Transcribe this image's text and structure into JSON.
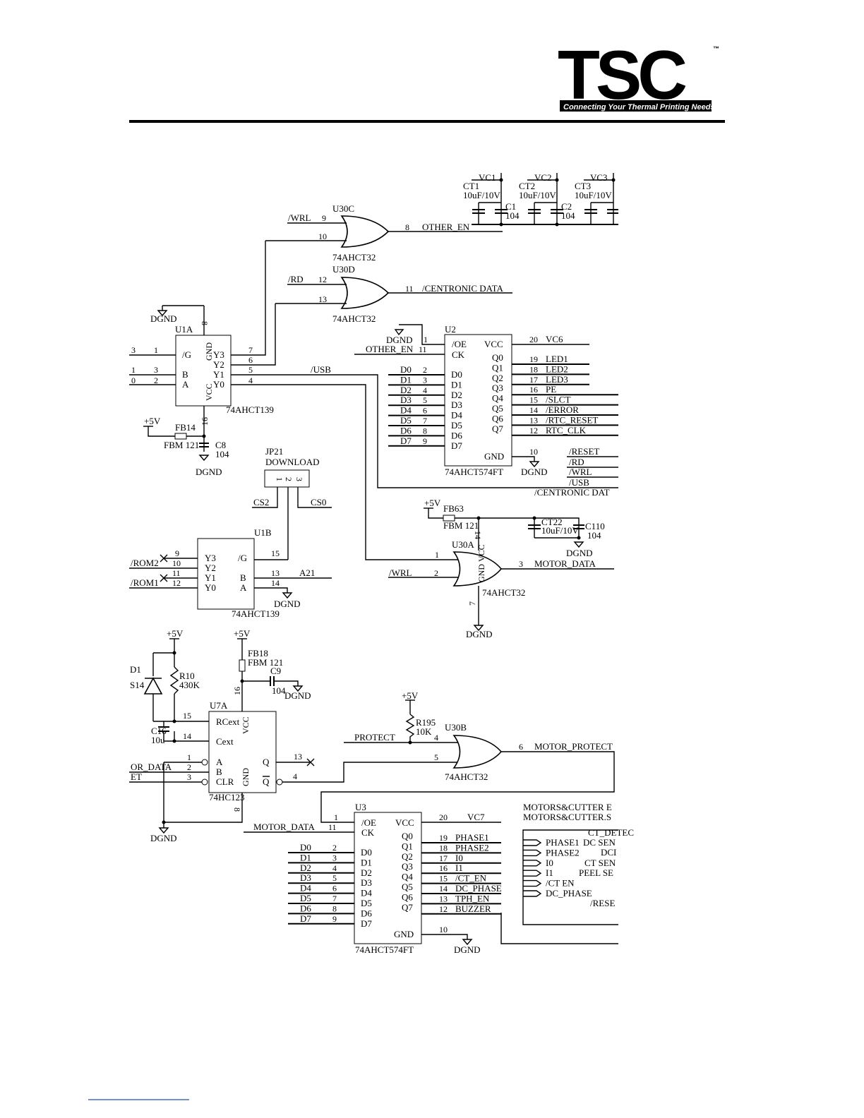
{
  "logo": {
    "text": "TSC",
    "tm": "™",
    "tagline": "Connecting Your Thermal Printing Needs.™"
  },
  "gates": {
    "u30c": {
      "ref": "U30C",
      "part": "74AHCT32",
      "in1_net": "/WRL",
      "in1_pin": "9",
      "in2_pin": "10",
      "out_pin": "8",
      "out_net": "OTHER_EN"
    },
    "u30d": {
      "ref": "U30D",
      "part": "74AHCT32",
      "in1_net": "/RD",
      "in1_pin": "12",
      "in2_pin": "13",
      "out_pin": "11",
      "out_net": "/CENTRONIC DATA"
    },
    "u30a": {
      "ref": "U30A",
      "part": "74AHCT32",
      "in1_pin": "1",
      "in2_net": "/WRL",
      "in2_pin": "2",
      "out_pin": "3",
      "out_net": "MOTOR_DATA",
      "vcc_pin": "14",
      "gnd_pin": "7",
      "gnd_label": "DGND",
      "vcc_text": "VCC",
      "gnd_text": "GND"
    },
    "u30b": {
      "ref": "U30B",
      "part": "74AHCT32",
      "in1_net": "PROTECT",
      "in1_pin": "4",
      "in2_pin": "5",
      "out_pin": "6",
      "out_net": "MOTOR_PROTECT"
    }
  },
  "caps_top": [
    {
      "vc": "VC1",
      "ct": "CT1",
      "ct_val": "10uF/10V",
      "c": "C1",
      "c_val": "104"
    },
    {
      "vc": "VC2",
      "ct": "CT2",
      "ct_val": "10uF/10V",
      "c": "C2",
      "c_val": "104"
    },
    {
      "vc": "VC3",
      "ct": "CT3",
      "ct_val": "10uF/10V"
    }
  ],
  "u1a": {
    "ref": "U1A",
    "part": "74AHCT139",
    "dgnd": "DGND",
    "gnd_pin": "8",
    "gnd_text": "GND",
    "vcc_text": "VCC",
    "vcc_pin": "16",
    "g_label": "/G",
    "b_label": "B",
    "a_label": "A",
    "g_pin": "1",
    "b_pin": "3",
    "a_pin": "2",
    "g_net": "3",
    "b_net": "1",
    "a_net": "0",
    "outputs": [
      {
        "label": "Y3",
        "pin": "7"
      },
      {
        "label": "Y2",
        "pin": "6"
      },
      {
        "label": "Y1",
        "pin": "5",
        "net": "/USB"
      },
      {
        "label": "Y0",
        "pin": "4"
      }
    ],
    "fb": "FB14",
    "fb_val": "FBM 121",
    "vsrc": "+5V",
    "cap": "C8",
    "cap_val": "104",
    "cap_gnd": "DGND"
  },
  "u2": {
    "ref": "U2",
    "part": "74AHCT574FT",
    "oe": "/OE",
    "ck": "CK",
    "vcc": "VCC",
    "gnd": "GND",
    "oe_pin": "1",
    "ck_pin": "11",
    "ck_net": "OTHER_EN",
    "oe_gnd": "DGND",
    "vcc_pin": "20",
    "vcc_net": "VC6",
    "gnd_pin": "10",
    "gnd_net": "DGND",
    "inputs": [
      {
        "net": "D0",
        "pin": "2",
        "label": "D0"
      },
      {
        "net": "D1",
        "pin": "3",
        "label": "D1"
      },
      {
        "net": "D2",
        "pin": "4",
        "label": "D2"
      },
      {
        "net": "D3",
        "pin": "5",
        "label": "D3"
      },
      {
        "net": "D4",
        "pin": "6",
        "label": "D4"
      },
      {
        "net": "D5",
        "pin": "7",
        "label": "D5"
      },
      {
        "net": "D6",
        "pin": "8",
        "label": "D6"
      },
      {
        "net": "D7",
        "pin": "9",
        "label": "D7"
      }
    ],
    "outputs": [
      {
        "label": "Q0",
        "pin": "19",
        "net": "LED1"
      },
      {
        "label": "Q1",
        "pin": "18",
        "net": "LED2"
      },
      {
        "label": "Q2",
        "pin": "17",
        "net": "LED3"
      },
      {
        "label": "Q3",
        "pin": "16",
        "net": "PE"
      },
      {
        "label": "Q4",
        "pin": "15",
        "net": "/SLCT"
      },
      {
        "label": "Q5",
        "pin": "14",
        "net": "/ERROR"
      },
      {
        "label": "Q6",
        "pin": "13",
        "net": "/RTC_RESET"
      },
      {
        "label": "Q7",
        "pin": "12",
        "net": "RTC_CLK"
      }
    ]
  },
  "right_nets": [
    "/RESET",
    "/RD",
    "/WRL",
    "/USB",
    "/CENTRONIC DAT"
  ],
  "jp21": {
    "ref": "JP21",
    "name": "DOWNLOAD",
    "pins": [
      "1",
      "2",
      "3"
    ],
    "cs2": "CS2",
    "cs0": "CS0"
  },
  "u1b": {
    "ref": "U1B",
    "part": "74AHCT139",
    "y": [
      {
        "label": "Y3",
        "pin": "9"
      },
      {
        "label": "Y2",
        "pin": "10",
        "net": "/ROM2"
      },
      {
        "label": "Y1",
        "pin": "11"
      },
      {
        "label": "Y0",
        "pin": "12",
        "net": "/ROM1"
      }
    ],
    "g_label": "/G",
    "g_pin": "15",
    "b_label": "B",
    "b_pin": "13",
    "b_net": "A21",
    "a_label": "A",
    "a_pin": "14",
    "gnd": "DGND"
  },
  "fb63": {
    "vsrc": "+5V",
    "ref": "FB63",
    "val": "FBM 121",
    "ct": "CT22",
    "ct_val": "10uF/10V",
    "c": "C110",
    "c_val": "104",
    "gnd": "DGND"
  },
  "u7a": {
    "ref": "U7A",
    "part": "74HC123",
    "rcext": "RCext",
    "cext": "Cext",
    "a": "A",
    "b": "B",
    "clr": "CLR",
    "q": "Q",
    "qb": "Q",
    "vcc": "VCC",
    "gnd": "GND",
    "rcext_pin": "15",
    "cext_pin": "14",
    "a_pin": "1",
    "b_pin": "2",
    "clr_pin": "3",
    "q_pin": "13",
    "qb_pin": "4",
    "vcc_pin": "16",
    "gnd_pin": "8",
    "b_net": "OR_DATA",
    "clr_net": "ET",
    "d1": "D1",
    "d1_val": "S14",
    "r10": "R10",
    "r10_val": "430K",
    "c16": "C16",
    "c16_val": "10u",
    "vsrc1": "+5V",
    "vsrc2": "+5V",
    "fb18": "FB18",
    "fb18_val": "FBM 121",
    "c9": "C9",
    "c9_val": "104",
    "c9_gnd": "DGND",
    "gnd_bottom": "DGND"
  },
  "r195": {
    "vsrc": "+5V",
    "ref": "R195",
    "val": "10K"
  },
  "u3": {
    "ref": "U3",
    "part": "74AHCT574FT",
    "oe": "/OE",
    "ck": "CK",
    "vcc": "VCC",
    "gnd": "GND",
    "oe_pin": "1",
    "ck_pin": "11",
    "ck_net": "MOTOR_DATA",
    "vcc_pin": "20",
    "vcc_net": "VC7",
    "gnd_pin": "10",
    "gnd_net": "DGND",
    "inputs": [
      {
        "net": "D0",
        "pin": "2",
        "label": "D0"
      },
      {
        "net": "D1",
        "pin": "3",
        "label": "D1"
      },
      {
        "net": "D2",
        "pin": "4",
        "label": "D2"
      },
      {
        "net": "D3",
        "pin": "5",
        "label": "D3"
      },
      {
        "net": "D4",
        "pin": "6",
        "label": "D4"
      },
      {
        "net": "D5",
        "pin": "7",
        "label": "D5"
      },
      {
        "net": "D6",
        "pin": "8",
        "label": "D6"
      },
      {
        "net": "D7",
        "pin": "9",
        "label": "D7"
      }
    ],
    "outputs": [
      {
        "label": "Q0",
        "pin": "19",
        "net": "PHASE1"
      },
      {
        "label": "Q1",
        "pin": "18",
        "net": "PHASE2"
      },
      {
        "label": "Q2",
        "pin": "17",
        "net": "I0"
      },
      {
        "label": "Q3",
        "pin": "16",
        "net": "I1"
      },
      {
        "label": "Q4",
        "pin": "15",
        "net": "/CT_EN"
      },
      {
        "label": "Q5",
        "pin": "14",
        "net": "DC_PHASE"
      },
      {
        "label": "Q6",
        "pin": "13",
        "net": "TPH_EN"
      },
      {
        "label": "Q7",
        "pin": "12",
        "net": "BUZZER"
      }
    ]
  },
  "motors": {
    "title1": "MOTORS&CUTTER E",
    "title2": "MOTORS&CUTTER.S",
    "left_ports": [
      "PHASE1",
      "PHASE2",
      "I0",
      "I1",
      "/CT EN",
      "DC_PHASE"
    ],
    "right_ports": [
      "CT_DETEC",
      "DC SEN",
      "DCI",
      "CT SEN",
      "PEEL SE",
      "/RESE"
    ]
  }
}
